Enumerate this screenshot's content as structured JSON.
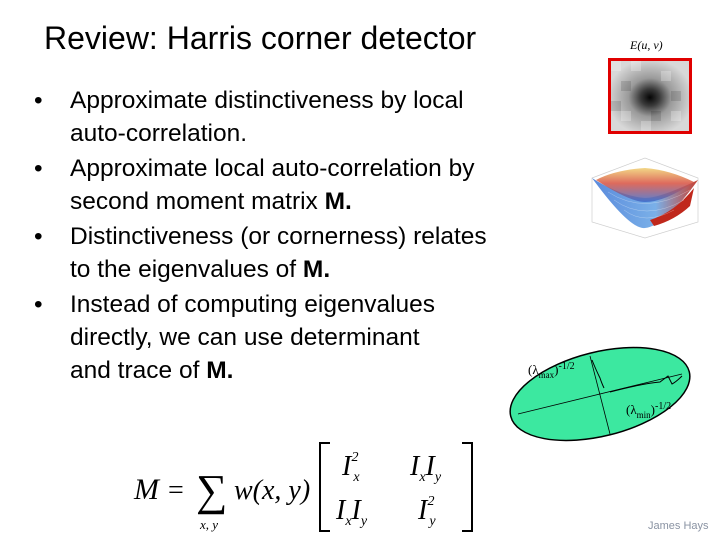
{
  "slide": {
    "title": "Review: Harris corner detector",
    "bullet_symbol": "•",
    "bullets": [
      {
        "lines": [
          "Approximate distinctiveness by local",
          "auto-correlation."
        ],
        "bold": ""
      },
      {
        "lines": [
          "Approximate local auto-correlation by",
          "second moment matrix "
        ],
        "bold": "M."
      },
      {
        "lines": [
          "Distinctiveness (or cornerness) relates",
          "to the eigenvalues of "
        ],
        "bold": "M."
      },
      {
        "lines": [
          "Instead of computing eigenvalues",
          "directly, we can use determinant",
          "and trace of "
        ],
        "bold": "M."
      }
    ],
    "credit": "James Hays"
  },
  "figure": {
    "euv_label": "E(u, v)",
    "lambda_max_label": {
      "paren_open": "(λ",
      "sub": "max",
      "paren_close": ")",
      "sup": "-1/2"
    },
    "lambda_min_label": {
      "paren_open": "(λ",
      "sub": "min",
      "paren_close": ")",
      "sup": "-1/2"
    }
  },
  "formula": {
    "lhs": "M",
    "eq": "=",
    "sum": "∑",
    "sum_sub": "x, y",
    "func": "w(x, y)",
    "m11": "I",
    "m11_sub": "x",
    "m11_sup": "2",
    "m12a": "I",
    "m12a_sub": "x",
    "m12b": "I",
    "m12b_sub": "y",
    "m21a": "I",
    "m21a_sub": "x",
    "m21b": "I",
    "m21b_sub": "y",
    "m22": "I",
    "m22_sub": "y",
    "m22_sup": "2"
  }
}
